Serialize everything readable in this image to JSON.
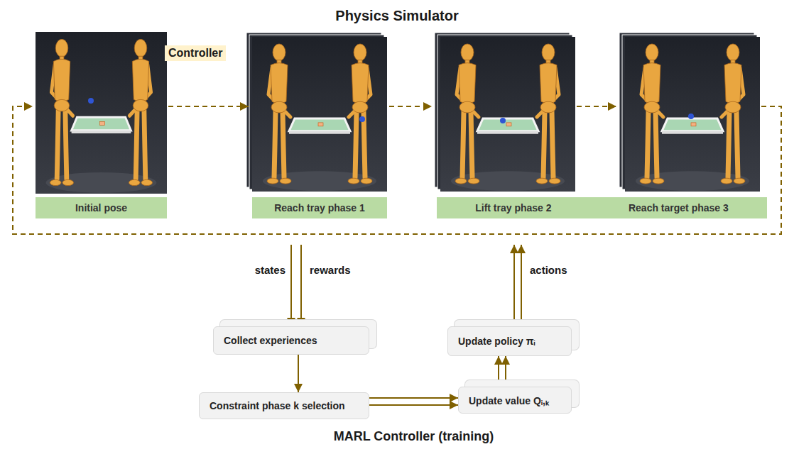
{
  "diagram": {
    "nodes": [
      {
        "text": [
          "Physics Simulator"
        ]
      },
      {
        "text": [
          "Initial pose"
        ],
        "in": 0
      },
      {
        "text": [
          "Reach tray phase 1"
        ],
        "in": 0
      },
      {
        "text": [
          "Lift tray phase 2",
          "Reach target phase 3"
        ],
        "in": 0
      },
      {
        "text": [
          "MARL Controller (training)"
        ]
      },
      {
        "text": [
          "Collect experiences"
        ],
        "in": 4
      },
      {
        "text": [
          "Constraint phase k selection"
        ],
        "in": 4
      },
      {
        "text": [
          "Update value Qᵢ,ₖ"
        ],
        "in": 4
      },
      {
        "text": [
          "Update policy πᵢ"
        ],
        "in": 4
      }
    ],
    "edges": [
      {
        "from": 0,
        "to": 5,
        "label": "states",
        "arrow": "to"
      },
      {
        "from": 0,
        "to": 5,
        "label": "rewards",
        "arrow": "to"
      },
      {
        "from": 5,
        "to": 6,
        "arrow": "to"
      },
      {
        "from": 6,
        "to": 7,
        "arrow": "to"
      },
      {
        "from": 6,
        "to": 7,
        "arrow": "to"
      },
      {
        "from": 7,
        "to": 8,
        "arrow": "to"
      },
      {
        "from": 7,
        "to": 8,
        "arrow": "to"
      },
      {
        "from": 8,
        "to": 0,
        "label": "actions",
        "arrow": "to"
      },
      {
        "from": 8,
        "to": 0,
        "arrow": "to"
      }
    ],
    "labels": [
      "Controller"
    ]
  }
}
